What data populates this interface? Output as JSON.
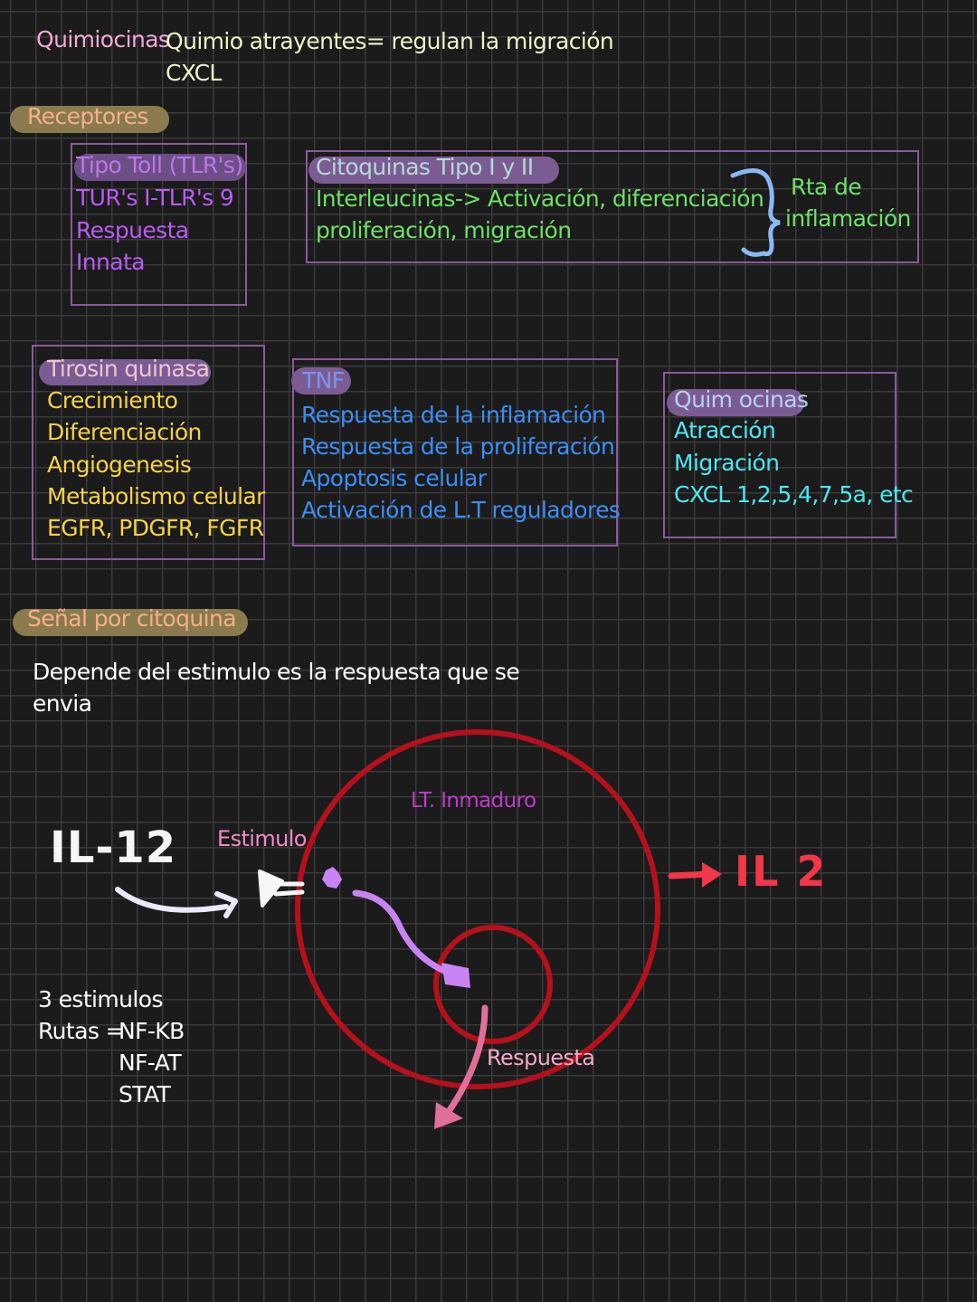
{
  "header": {
    "term": "Quimiocinas",
    "definition": "Quimio atrayentes= regulan la migración",
    "example": "CXCL"
  },
  "receptores": {
    "title": "Receptores",
    "toll_box": {
      "title": "Tipo Toll (TLR's)",
      "lines": [
        "TUR's I-TLR's 9",
        "Respuesta",
        "Innata"
      ]
    },
    "citoquinas_box": {
      "title": "Citoquinas Tipo I y II",
      "lines": [
        "Interleucinas-> Activación, diferenciación",
        "proliferación, migración"
      ],
      "brace_note": [
        "Rta de",
        "inflamación"
      ]
    },
    "tirosin_box": {
      "title": "Tirosin quinasa",
      "lines": [
        "Crecimiento",
        "Diferenciación",
        "Angiogenesis",
        "Metabolismo celular",
        "EGFR, PDGFR, FGFR"
      ]
    },
    "tnf_box": {
      "title": "TNF",
      "lines": [
        "Respuesta de la inflamación",
        "Respuesta de la proliferación",
        "Apoptosis celular",
        "Activación de L.T reguladores"
      ]
    },
    "quimiocinas_box": {
      "title": "Quim ocinas",
      "lines": [
        "Atracción",
        "Migración",
        "CXCL 1,2,5,4,7,5a, etc"
      ]
    }
  },
  "senal": {
    "title": "Señal por citoquina",
    "description": [
      "Depende del estimulo es la respuesta que se",
      "envia"
    ]
  },
  "diagram": {
    "input_label": "IL-12",
    "stimulus_label": "Estimulo",
    "cell_label": "LT. Inmaduro",
    "response_label": "Respuesta",
    "output_label": "IL 2"
  },
  "pathways": {
    "count_label": "3 estimulos",
    "prefix": "Rutas =",
    "routes": [
      "NF-KB",
      "NF-AT",
      "STAT"
    ]
  },
  "colors": {
    "background": "#1b1b1b",
    "grid": "#3a3a3a",
    "pill_tan": "#8a7a4e",
    "pill_purple": "#7a5c92",
    "box_border": "#8a5a9a",
    "pink": "#f2a7d8",
    "cream": "#eef3c8",
    "salmon": "#f4b08a",
    "violet": "#b85cf2",
    "green": "#6ee06a",
    "yellow": "#f6d24a",
    "blue": "#3d8ef2",
    "cyan": "#4fe6ee",
    "brace_blue": "#8ab8f2",
    "red_circle": "#b5101c",
    "red_label": "#f2374a",
    "magenta": "#c03acd"
  }
}
